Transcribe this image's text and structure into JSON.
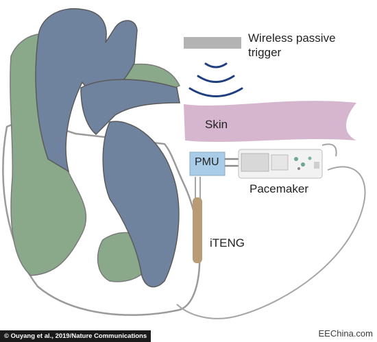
{
  "labels": {
    "trigger_line1": "Wireless passive",
    "trigger_line2": "trigger",
    "skin": "Skin",
    "pmu": "PMU",
    "pacemaker": "Pacemaker",
    "iteng": "iTENG"
  },
  "credit": "© Ouyang et al., 2019/Nature Communications",
  "watermark": "EEChina.com",
  "colors": {
    "heart_green": "#8aa98a",
    "heart_blue": "#6f829e",
    "skin": "#d6b6cf",
    "pmu": "#a9cde8",
    "trigger_bar": "#b3b3b3",
    "waves": "#1f3f7f",
    "iteng": "#b79c77",
    "wire": "#a5a5a5"
  }
}
